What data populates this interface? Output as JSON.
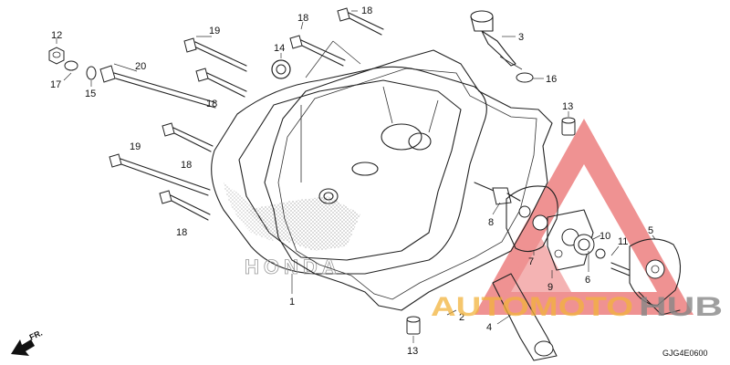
{
  "diagram": {
    "code": "GJG4E0600",
    "front_marker": "FR.",
    "cover_lettering": "HONDA",
    "watermark": {
      "word_a": "AUTOMOTO",
      "word_b": "HUB",
      "color_triangle": "#e23a3a",
      "color_word_a": "#f2b33d",
      "color_word_b": "#888888"
    },
    "callouts": [
      "1",
      "2",
      "3",
      "4",
      "5",
      "6",
      "7",
      "8",
      "9",
      "10",
      "11",
      "12",
      "13",
      "13",
      "14",
      "15",
      "16",
      "17",
      "18",
      "18",
      "18",
      "18",
      "18",
      "19",
      "19",
      "20"
    ]
  }
}
